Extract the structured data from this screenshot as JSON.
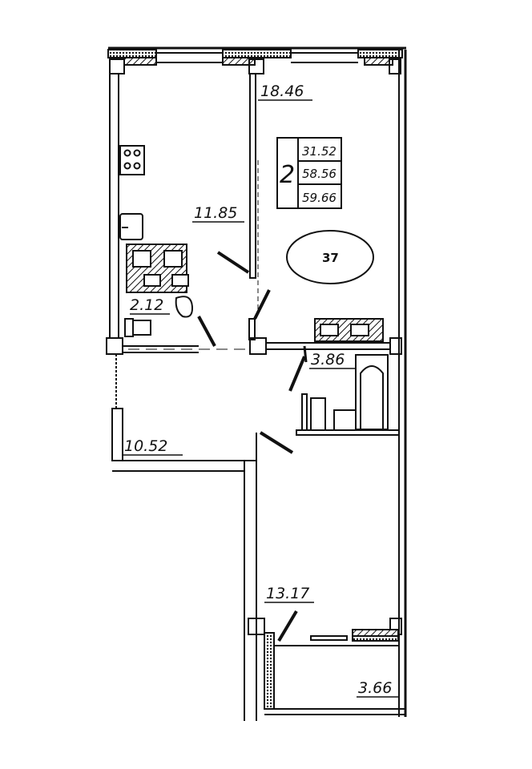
{
  "plan": {
    "rooms_count": "2",
    "areas": [
      "31.52",
      "58.56",
      "59.66"
    ],
    "apartment_number": "37",
    "room_labels": {
      "kitchen": "11.85",
      "living_room": "18.46",
      "toilet": "2.12",
      "bathroom": "3.86",
      "hall": "10.52",
      "bedroom": "13.17",
      "balcony": "3.66"
    }
  },
  "colors": {
    "line": "#111111",
    "background": "#ffffff"
  }
}
